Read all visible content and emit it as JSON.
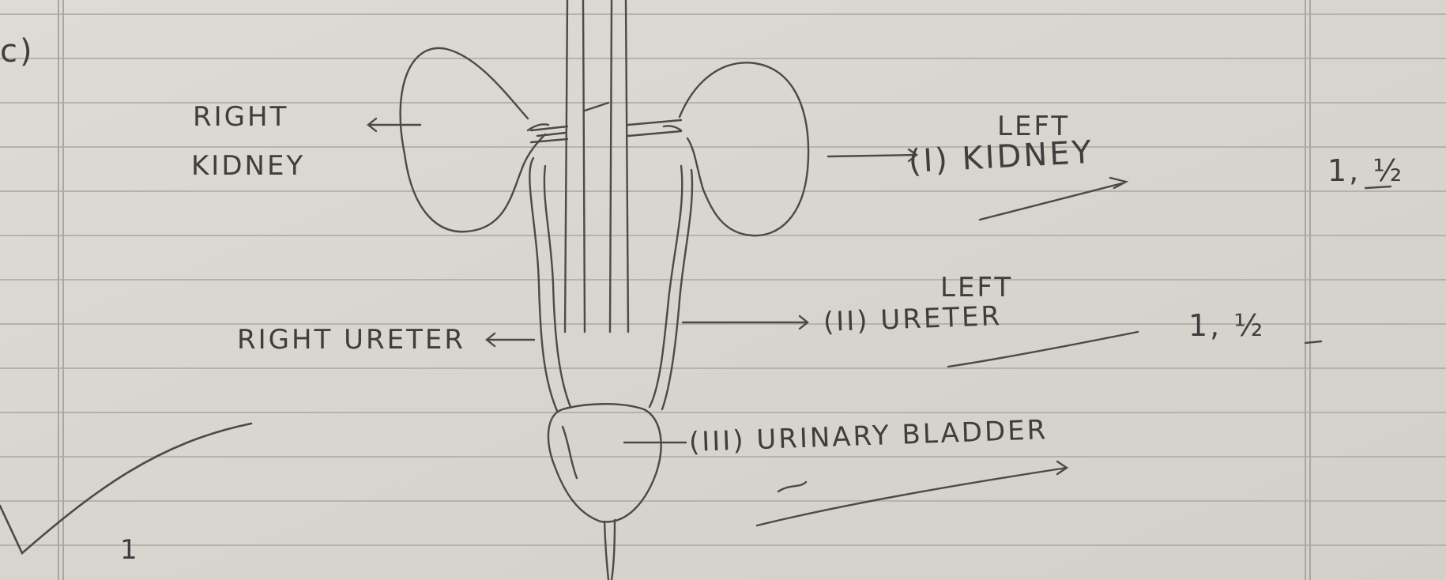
{
  "question_marker": "c)",
  "labels": {
    "right_kidney_line1": "RIGHT",
    "right_kidney_line2": "KIDNEY",
    "left_kidney_word1": "LEFT",
    "left_kidney_main": "(I) KIDNEY",
    "right_ureter": "RIGHT URETER",
    "left_ureter_word1": "LEFT",
    "left_ureter_main": "(II) URETER",
    "urinary_bladder": "(III) URINARY BLADDER"
  },
  "marks": {
    "kidney": "1, ½",
    "ureter": "1, ½"
  },
  "tick_mark": "1"
}
